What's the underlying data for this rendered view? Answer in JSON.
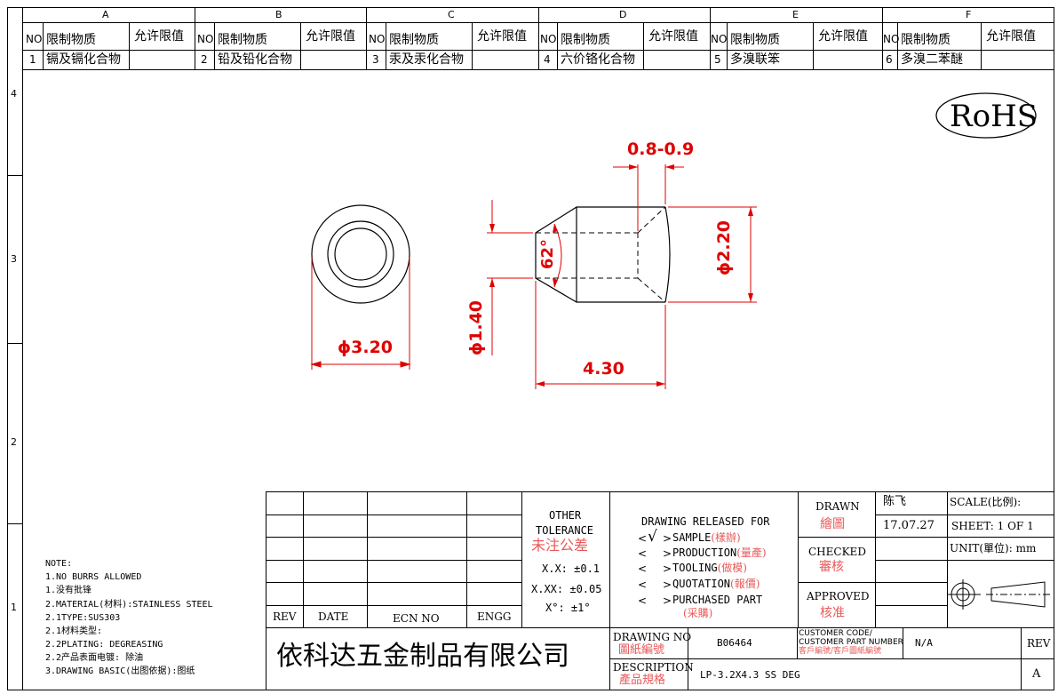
{
  "zones": {
    "columns": [
      "A",
      "B",
      "C",
      "D",
      "E",
      "F"
    ],
    "rows": [
      "4",
      "3",
      "2",
      "1"
    ]
  },
  "substances": {
    "header_no": "NO",
    "header_substance": "限制物质",
    "header_limit": "允许限值",
    "items": [
      {
        "no": "1",
        "name": "镉及镉化合物"
      },
      {
        "no": "2",
        "name": "铅及铅化合物"
      },
      {
        "no": "3",
        "name": "汞及汞化合物"
      },
      {
        "no": "4",
        "name": "六价铬化合物"
      },
      {
        "no": "5",
        "name": "多溴联笨"
      },
      {
        "no": "6",
        "name": "多溴二苯醚"
      }
    ]
  },
  "rohs": "RoHS",
  "dimensions": {
    "front_diameter": "ϕ3.20",
    "length": "4.30",
    "tip_diameter": "ϕ1.40",
    "body_diameter": "ϕ2.20",
    "tip_length": "0.8-0.9",
    "angle": "62°"
  },
  "notes": [
    "NOTE:",
    "1.NO BURRS ALLOWED",
    "1.没有批锋",
    "2.MATERIAL(材料):STAINLESS STEEL",
    "2.1TYPE:SUS303",
    "2.1材料类型:",
    "2.2PLATING: DEGREASING",
    "2.2产品表面电镀: 除油",
    "3.DRAWING BASIC(出图依据):图纸"
  ],
  "title_block": {
    "rev_label": "REV",
    "date_label": "DATE",
    "ecn_label": "ECN NO",
    "engg_label": "ENGG",
    "tolerance": {
      "title_en_1": "OTHER",
      "title_en_2": "TOLERANCE",
      "title_zh": "未注公差",
      "x1": "X.X: ±0.1",
      "x2": "X.XX: ±0.05",
      "deg": "X°: ±1°"
    },
    "release": {
      "title": "DRAWING RELEASED FOR",
      "check": "√",
      "items": [
        {
          "en": "SAMPLE",
          "zh": "(樣辦)"
        },
        {
          "en": "PRODUCTION",
          "zh": "(量產)"
        },
        {
          "en": "TOOLING",
          "zh": "(做模)"
        },
        {
          "en": "QUOTATION",
          "zh": "(報價)"
        },
        {
          "en": "PURCHASED PART",
          "zh": "(采購)"
        }
      ]
    },
    "drawn_en": "DRAWN",
    "drawn_zh": "繪圖",
    "drawn_by": "陈飞",
    "drawn_date": "17.07.27",
    "checked_en": "CHECKED",
    "checked_zh": "審核",
    "approved_en": "APPROVED",
    "approved_zh": "核准",
    "scale": "SCALE(比例):",
    "sheet": "SHEET:  1 OF 1",
    "unit": "UNIT(單位): mm",
    "company": "依科达五金制品有限公司",
    "drawing_no_en": "DRAWING NO",
    "drawing_no_zh": "圖紙編號",
    "drawing_no": "B06464",
    "customer_code_1": "CUSTOMER CODE/",
    "customer_code_2": "CUSTOMER PART NUMBER",
    "customer_code_zh": "客戶編號/客戶圖紙編號",
    "customer_value": "N/A",
    "rev_value_label": "REV",
    "rev_value": "A",
    "description_en": "DESCRIPTION",
    "description_zh": "產品規格",
    "description": "LP-3.2X4.3 SS DEG"
  },
  "colors": {
    "line": "#000000",
    "dimension": "#e00000",
    "chinese_label": "#e85a5a"
  }
}
